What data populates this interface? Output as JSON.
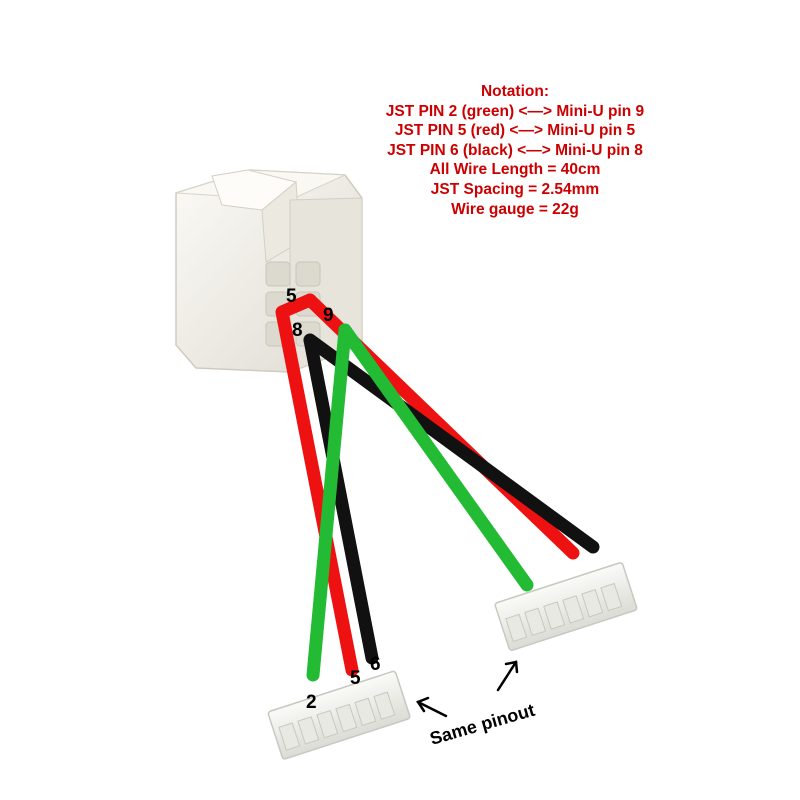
{
  "notation": {
    "title": "Notation:",
    "lines": [
      "JST PIN 2  (green) <—> Mini-U pin 9",
      "JST PIN 5  (red) <—> Mini-U pin 5",
      "JST PIN 6 (black) <—> Mini-U pin 8",
      "All Wire Length = 40cm",
      "JST Spacing = 2.54mm",
      "Wire gauge = 22g"
    ]
  },
  "labels": {
    "mini_u_pin_5": "5",
    "mini_u_pin_8": "8",
    "mini_u_pin_9": "9",
    "jst_pin_2": "2",
    "jst_pin_5": "5",
    "jst_pin_6": "6",
    "same_pinout": "Same pinout"
  },
  "colors": {
    "notation_text": "#cc0000",
    "wire_red": "#ee1111",
    "wire_black": "#111111",
    "wire_green": "#22bb33",
    "connector_body": "#f3f1ea",
    "connector_shadow": "#d9d6cc"
  }
}
